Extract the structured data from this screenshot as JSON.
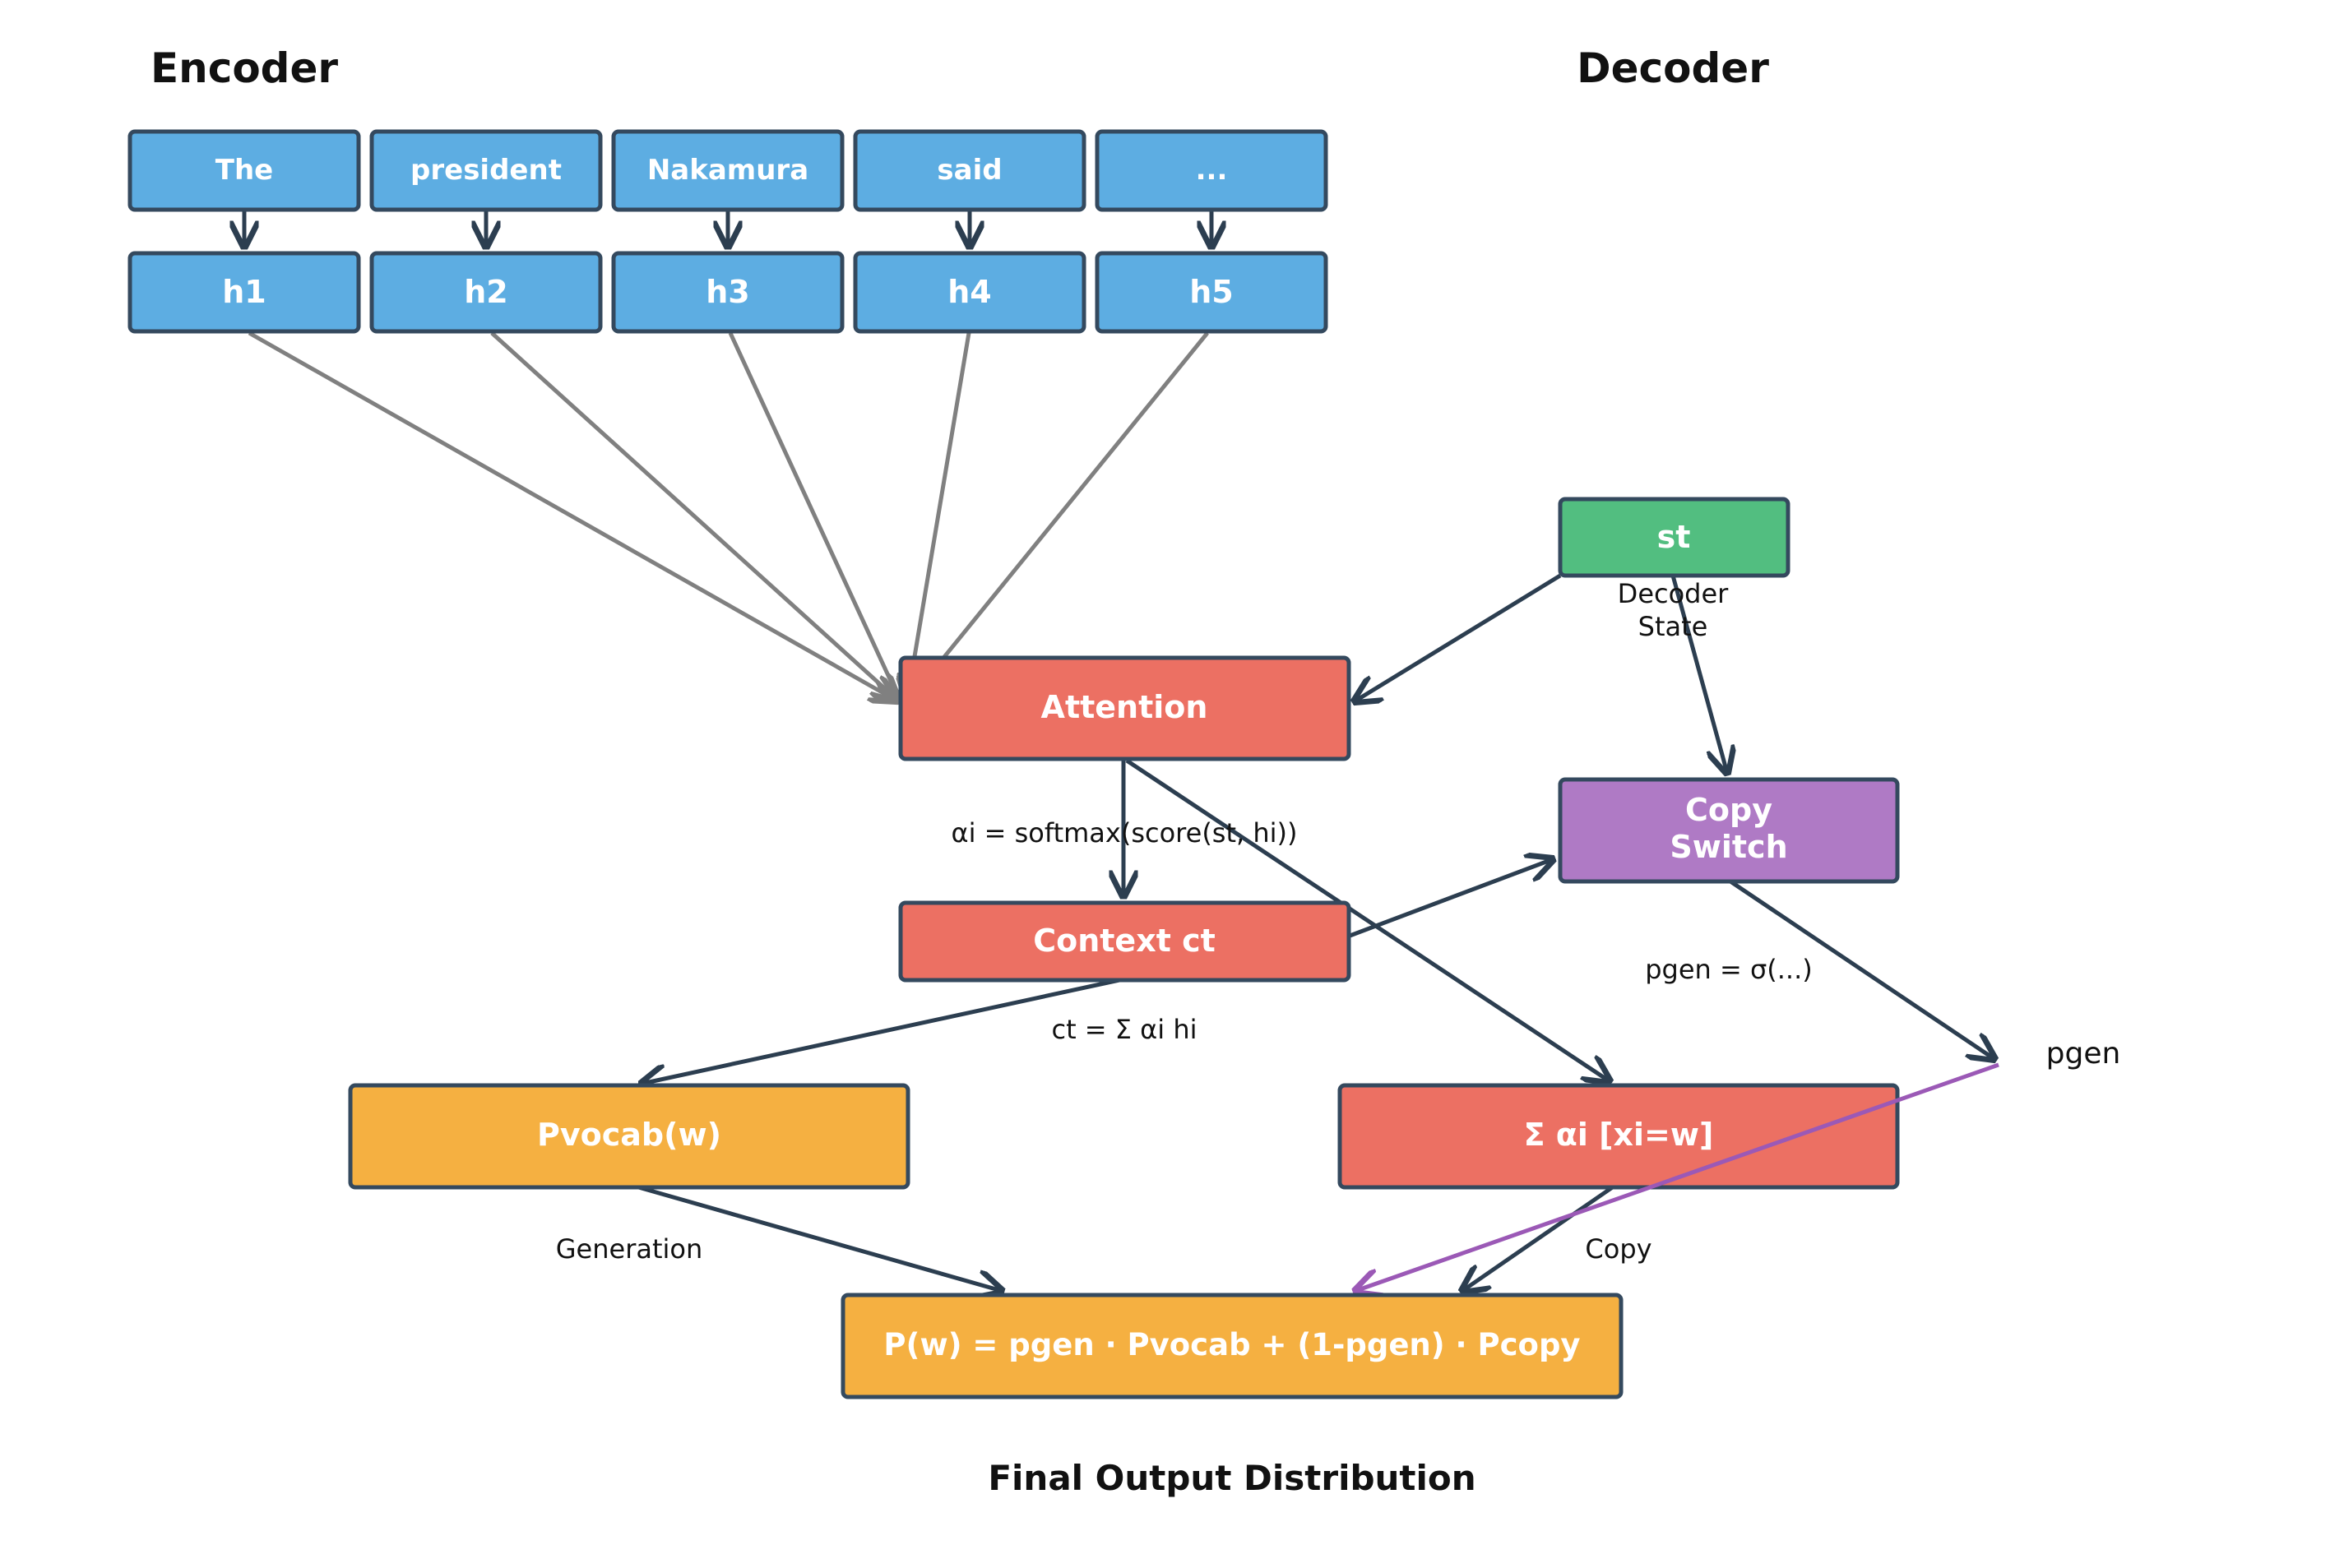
{
  "headings": {
    "encoder": "Encoder",
    "decoder": "Decoder",
    "final": "Final Output Distribution"
  },
  "tokens": [
    "The",
    "president",
    "Nakamura",
    "said",
    "..."
  ],
  "hidden": [
    "h1",
    "h2",
    "h3",
    "h4",
    "h5"
  ],
  "decoder_state": {
    "label": "st",
    "caption_line1": "Decoder",
    "caption_line2": "State"
  },
  "attention": {
    "label": "Attention",
    "formula": "αi = softmax(score(st, hi))"
  },
  "context": {
    "label": "Context ct",
    "formula": "ct = Σ αi hi"
  },
  "copy_switch": {
    "label_line1": "Copy",
    "label_line2": "Switch",
    "formula": "pgen = σ(...)"
  },
  "pgen_label": "pgen",
  "pvocab": {
    "label": "Pvocab(w)",
    "caption": "Generation"
  },
  "pcopy": {
    "label": "Σ αi [xi=w]",
    "caption": "Copy"
  },
  "final_box": {
    "label": "P(w) = pgen · Pvocab + (1-pgen) · Pcopy"
  },
  "colors": {
    "blue": "#5dade2",
    "red": "#ec7063",
    "green": "#52be80",
    "purple": "#af7ac5",
    "orange": "#f5b041",
    "border": "#34495e",
    "arrow_dark": "#2c3e50",
    "arrow_gray": "#808080",
    "arrow_purple": "#9b59b6"
  }
}
